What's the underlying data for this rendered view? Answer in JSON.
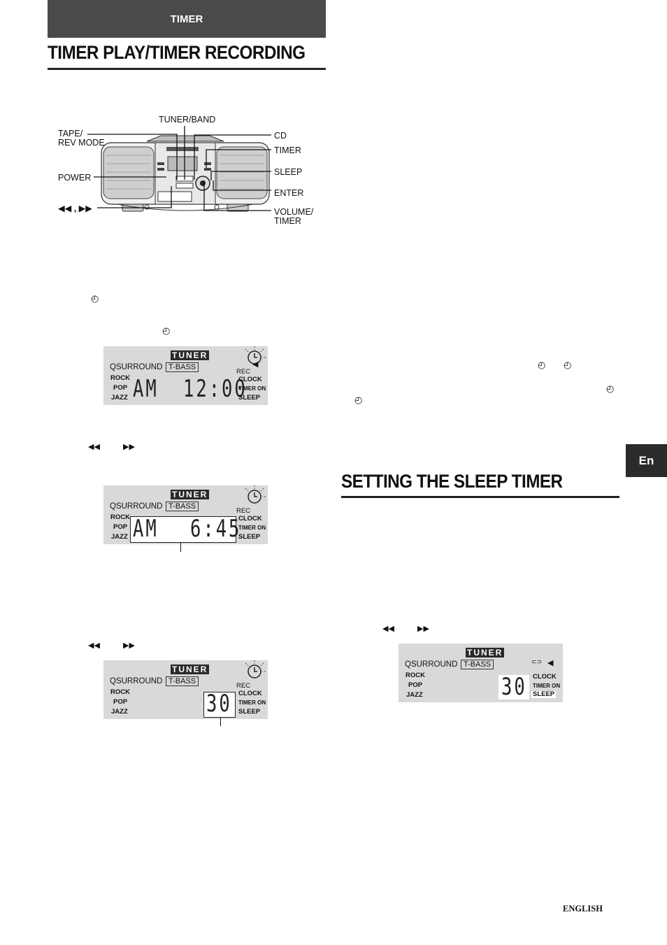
{
  "section_bar": "TIMER",
  "heading_left": "TIMER PLAY/TIMER RECORDING",
  "heading_right": "SETTING THE SLEEP TIMER",
  "side_tab": "En",
  "footer": "ENGLISH",
  "diagram": {
    "labels_left": [
      "TAPE/",
      "REV MODE",
      "POWER",
      "◀◀ , ▶▶"
    ],
    "labels_top": "TUNER/BAND",
    "labels_right": [
      "CD",
      "TIMER",
      "SLEEP",
      "ENTER",
      "VOLUME/",
      "TIMER"
    ]
  },
  "lcd": {
    "badge": "TUNER",
    "qsurround": "QSURROUND",
    "tbass": "T-BASS",
    "rock": "ROCK",
    "pop": "POP",
    "jazz": "JAZZ",
    "rec": "REC",
    "clock": "CLOCK",
    "timer_on": "TIMER ON",
    "sleep": "SLEEP"
  },
  "displays": [
    {
      "left_digits": "AM",
      "right_digits": "12:00"
    },
    {
      "left_digits": "AM",
      "right_digits": "6:45"
    },
    {
      "left_digits": "",
      "right_digits": "30"
    },
    {
      "left_digits": "",
      "right_digits": "30"
    }
  ],
  "icons": {
    "clock": "◴",
    "rewind": "◀◀",
    "forward": "▶▶",
    "play": "◀",
    "repeat": "⊂⊃"
  }
}
